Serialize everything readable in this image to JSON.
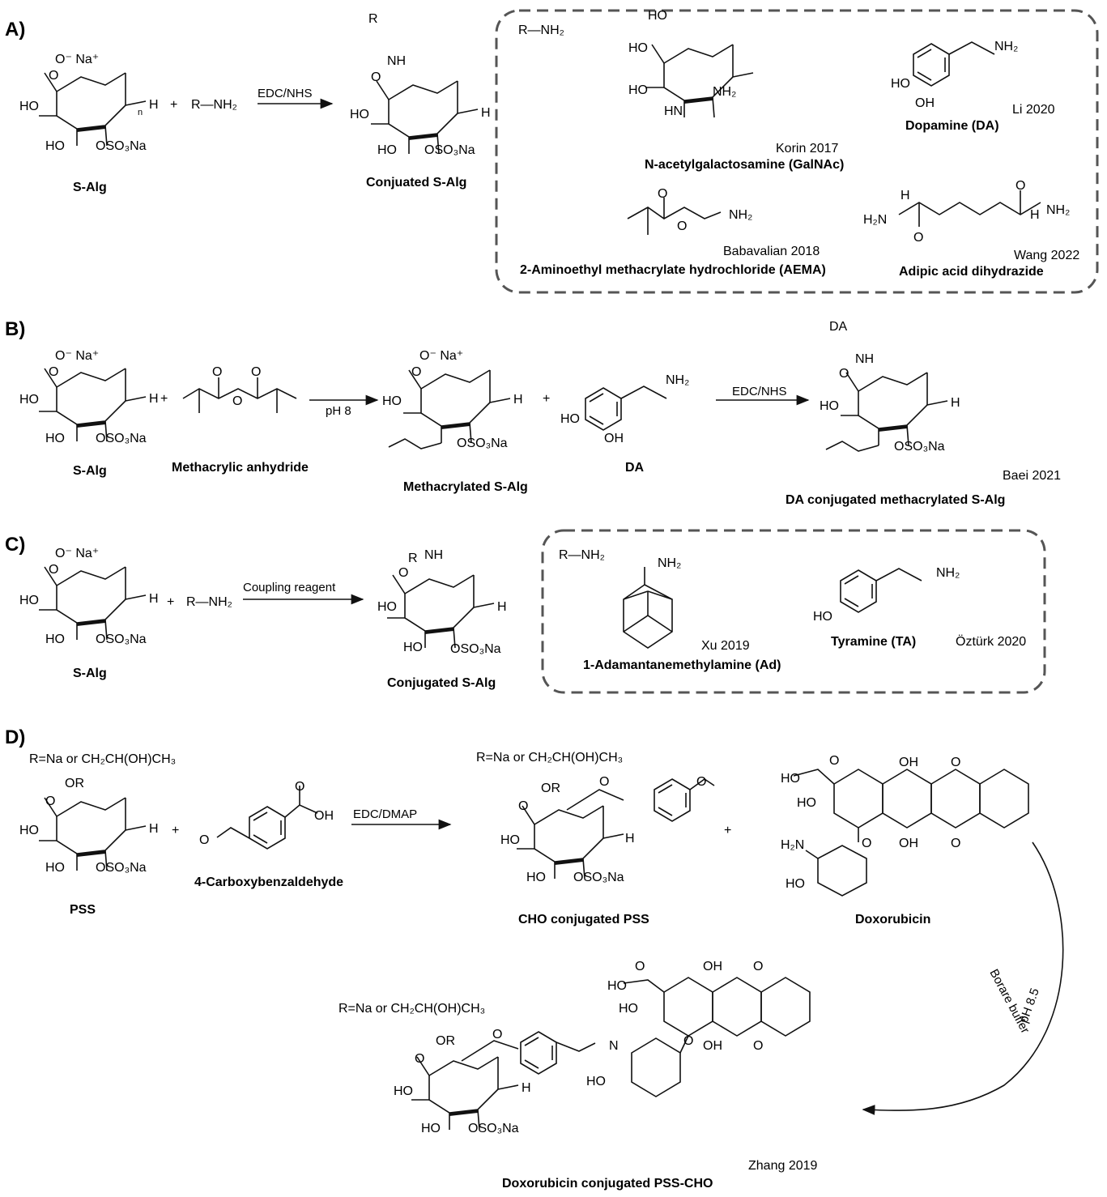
{
  "panels": {
    "A": {
      "label": "A)",
      "reactant_label": "S-Alg",
      "amine": "R—NH₂",
      "condition": "EDC/NHS",
      "product_label": "Conjuated S-Alg",
      "box_header": "R—NH₂",
      "examples": [
        {
          "name": "N-acetylgalactosamine (GalNAc)",
          "cite": "Korin 2017"
        },
        {
          "name": "Dopamine (DA)",
          "cite": "Li 2020"
        },
        {
          "name": "2-Aminoethyl methacrylate hydrochloride (AEMA)",
          "cite": "Babavalian 2018"
        },
        {
          "name": "Adipic acid dihydrazide",
          "cite": "Wang 2022"
        }
      ]
    },
    "B": {
      "label": "B)",
      "reactant_label": "S-Alg",
      "reagent_label": "Methacrylic anhydride",
      "condition1": "pH 8",
      "intermediate_label": "Methacrylated S-Alg",
      "reagent2_label": "DA",
      "condition2": "EDC/NHS",
      "product_label": "DA conjugated methacrylated S-Alg",
      "cite": "Baei 2021",
      "da_tag": "DA"
    },
    "C": {
      "label": "C)",
      "reactant_label": "S-Alg",
      "amine": "R—NH₂",
      "condition": "Coupling reagent",
      "product_label": "Conjugated S-Alg",
      "box_header": "R—NH₂",
      "examples": [
        {
          "name": "1-Adamantanemethylamine (Ad)",
          "cite": "Xu 2019"
        },
        {
          "name": "Tyramine (TA)",
          "cite": "Öztürk 2020"
        }
      ]
    },
    "D": {
      "label": "D)",
      "r_def": "R=Na or CH₂CH(OH)CH₃",
      "reactant_label": "PSS",
      "reagent_label": "4-Carboxybenzaldehyde",
      "condition": "EDC/DMAP",
      "intermediate_label": "CHO conjugated PSS",
      "drug_label": "Doxorubicin",
      "condition2a": "Borare buffer",
      "condition2b": "pH 8.5",
      "product_label": "Doxorubicin conjugated PSS-CHO",
      "cite": "Zhang 2019"
    }
  },
  "atoms": {
    "ONa": "O⁻ Na⁺",
    "HO": "HO",
    "OSO3Na": "OSO₃Na",
    "O": "O",
    "OH": "OH",
    "H": "H",
    "n": "n",
    "NH": "NH",
    "NH2": "NH₂",
    "H2N": "H₂N",
    "N": "N",
    "R": "R",
    "OR": "OR",
    "HN": "HN",
    "H2N_NH": "H",
    "plus": "+"
  },
  "colors": {
    "box_dash": "#555555",
    "ink": "#111111"
  }
}
